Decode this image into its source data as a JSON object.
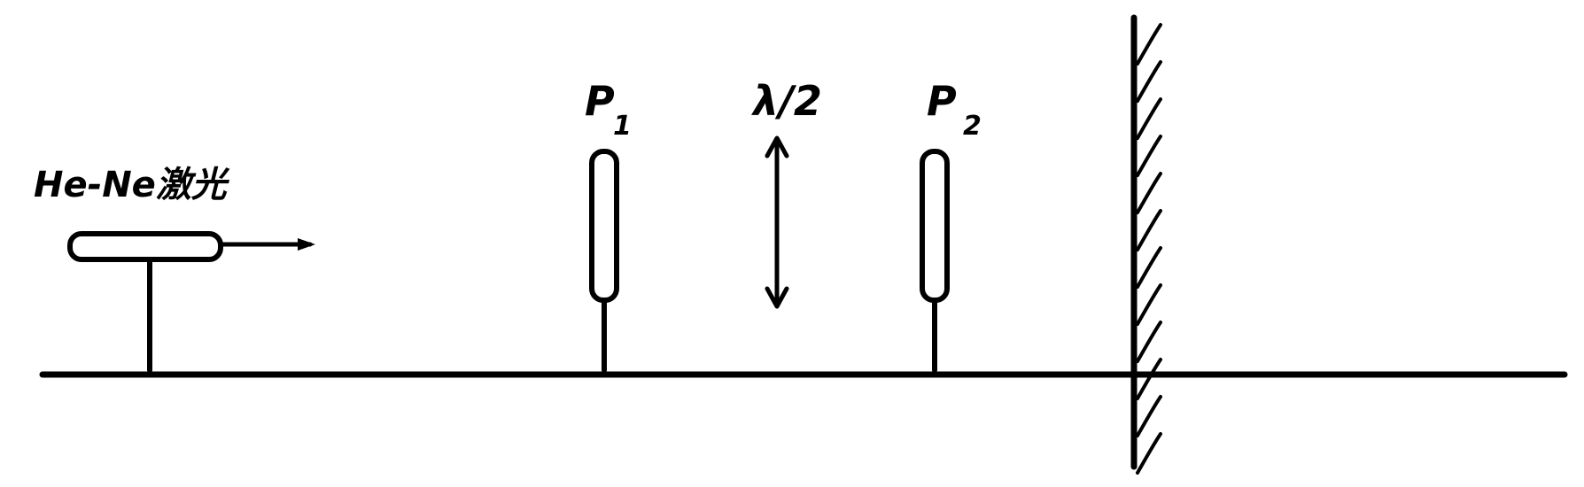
{
  "diagram": {
    "laser": {
      "label": "He-Ne激光"
    },
    "polarizer_1": {
      "label": "P",
      "subscript": "1"
    },
    "wave_plate": {
      "label": "λ/2"
    },
    "polarizer_2": {
      "label": "P",
      "subscript": "2"
    }
  }
}
